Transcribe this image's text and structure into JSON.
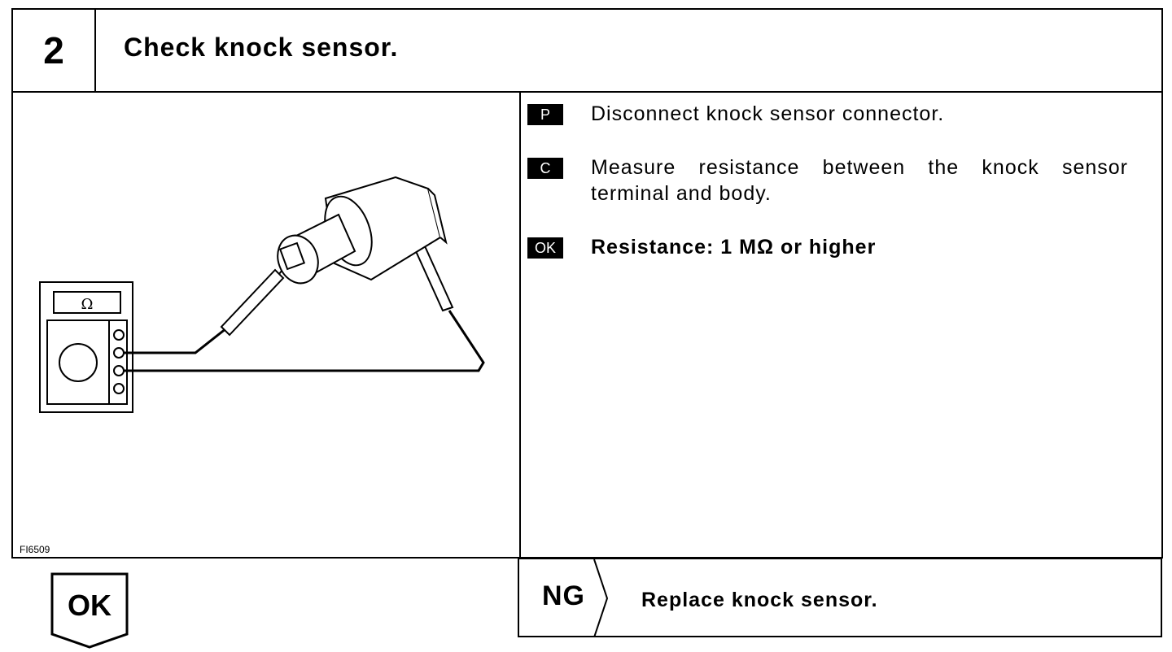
{
  "step": {
    "number": "2",
    "title": "Check knock sensor."
  },
  "figure": {
    "id": "FI6509",
    "meter_symbol": "Ω"
  },
  "instructions": [
    {
      "badge": "P",
      "text": "Disconnect knock sensor connector."
    },
    {
      "badge": "C",
      "text": "Measure resistance between the knock sensor terminal and body."
    },
    {
      "badge": "OK",
      "text": "Resistance: 1 MΩ or higher"
    }
  ],
  "ng": {
    "label": "NG",
    "action": "Replace knock sensor."
  },
  "ok": {
    "label": "OK"
  }
}
